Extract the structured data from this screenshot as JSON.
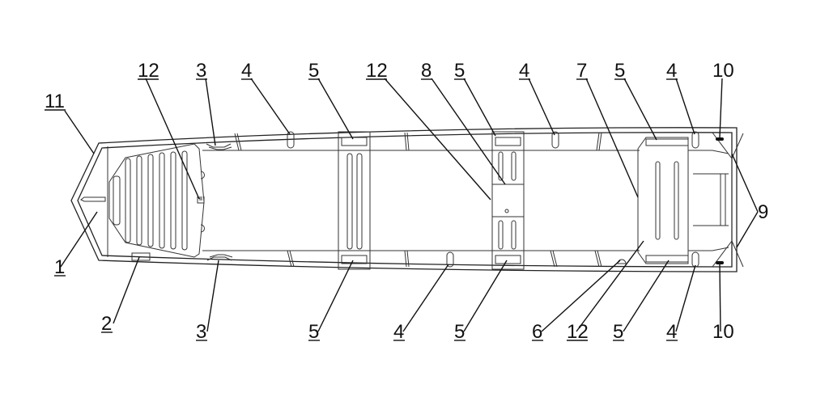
{
  "diagram": {
    "subject": "boat-top-view",
    "callouts_top": [
      "12",
      "3",
      "4",
      "5",
      "12",
      "8",
      "5",
      "4",
      "7",
      "5",
      "4",
      "10"
    ],
    "callouts_left": [
      "11",
      "1",
      "2"
    ],
    "callouts_right": [
      "9"
    ],
    "callouts_bottom": [
      "3",
      "5",
      "4",
      "5",
      "6",
      "12",
      "5",
      "4",
      "10"
    ]
  }
}
